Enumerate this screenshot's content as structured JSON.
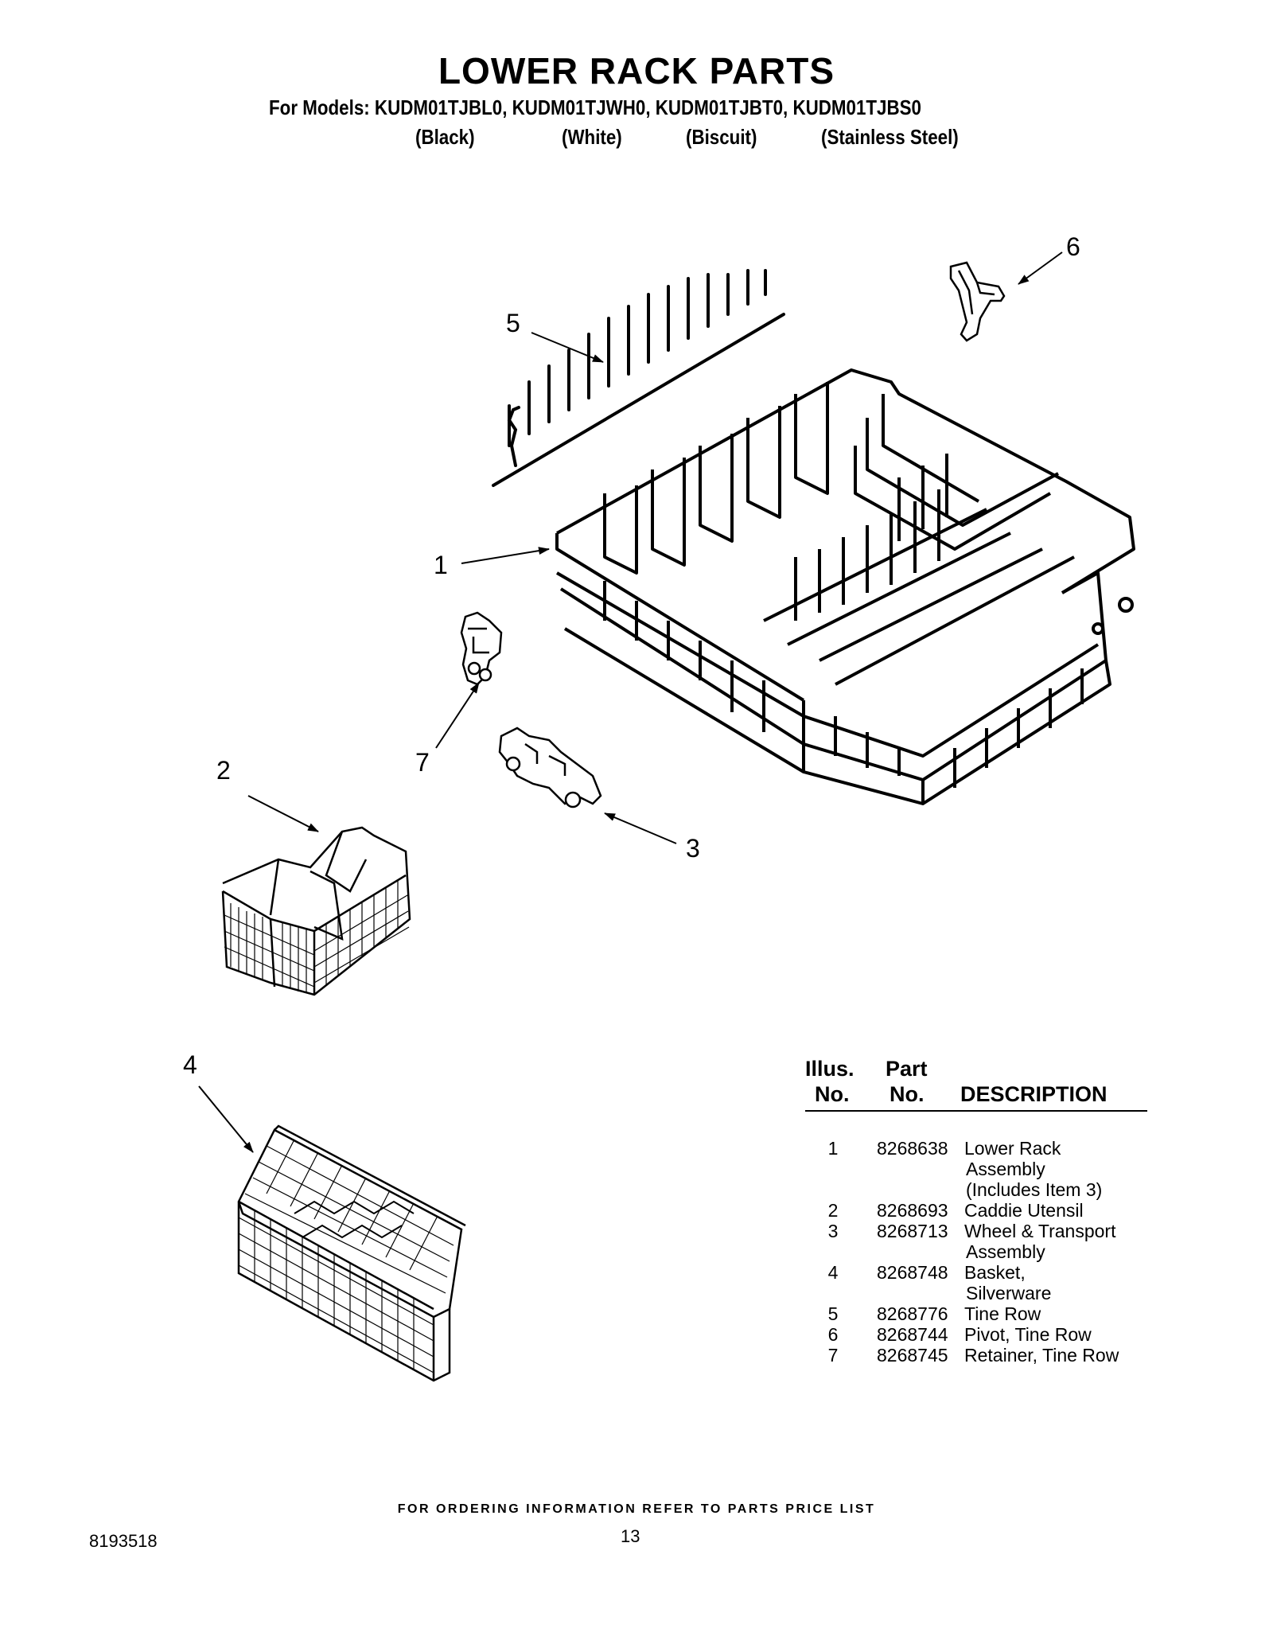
{
  "header": {
    "title": "LOWER RACK PARTS",
    "models_line": "For Models: KUDM01TJBL0, KUDM01TJWH0, KUDM01TJBT0, KUDM01TJBS0",
    "colors": [
      "(Black)",
      "(White)",
      "(Biscuit)",
      "(Stainless Steel)"
    ]
  },
  "callouts": [
    "1",
    "2",
    "3",
    "4",
    "5",
    "6",
    "7"
  ],
  "table": {
    "header": {
      "illus_line1": "Illus.",
      "illus_line2": "No.",
      "part_line1": "Part",
      "part_line2": "No.",
      "description": "DESCRIPTION"
    },
    "rows": [
      {
        "illus": "1",
        "part": "8268638",
        "description": [
          "Lower Rack",
          "Assembly",
          "(Includes Item 3)"
        ]
      },
      {
        "illus": "2",
        "part": "8268693",
        "description": [
          "Caddie Utensil"
        ]
      },
      {
        "illus": "3",
        "part": "8268713",
        "description": [
          "Wheel & Transport",
          "Assembly"
        ]
      },
      {
        "illus": "4",
        "part": "8268748",
        "description": [
          "Basket,",
          "Silverware"
        ]
      },
      {
        "illus": "5",
        "part": "8268776",
        "description": [
          "Tine Row"
        ]
      },
      {
        "illus": "6",
        "part": "8268744",
        "description": [
          "Pivot, Tine Row"
        ]
      },
      {
        "illus": "7",
        "part": "8268745",
        "description": [
          "Retainer, Tine Row"
        ]
      }
    ]
  },
  "footer": {
    "ordering_note": "FOR ORDERING INFORMATION REFER TO PARTS PRICE LIST",
    "document_number": "8193518",
    "page_number": "13"
  }
}
